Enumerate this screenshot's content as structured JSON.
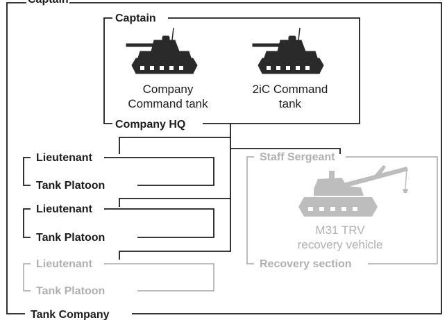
{
  "colors": {
    "dark": "#1c1c1c",
    "grey": "#b0b0b0"
  },
  "company": {
    "top_label": "Captain",
    "bottom_label": "Tank Company"
  },
  "hq": {
    "captain": "Captain",
    "company_hq": "Company HQ",
    "tank1_caption_line1": "Company",
    "tank1_caption_line2": "Command tank",
    "tank2_caption_line1": "2iC Command",
    "tank2_caption_line2": "tank",
    "icons": [
      "tank-icon",
      "tank-icon"
    ]
  },
  "platoons": [
    {
      "leader": "Lieutenant",
      "unit": "Tank Platoon",
      "style": "dark"
    },
    {
      "leader": "Lieutenant",
      "unit": "Tank Platoon",
      "style": "dark"
    },
    {
      "leader": "Lieutenant",
      "unit": "Tank Platoon",
      "style": "grey"
    }
  ],
  "recovery": {
    "leader": "Staff Sergeant",
    "vehicle_line1": "M31 TRV",
    "vehicle_line2": "recovery vehicle",
    "section": "Recovery section",
    "icon": "recovery-vehicle-icon"
  }
}
